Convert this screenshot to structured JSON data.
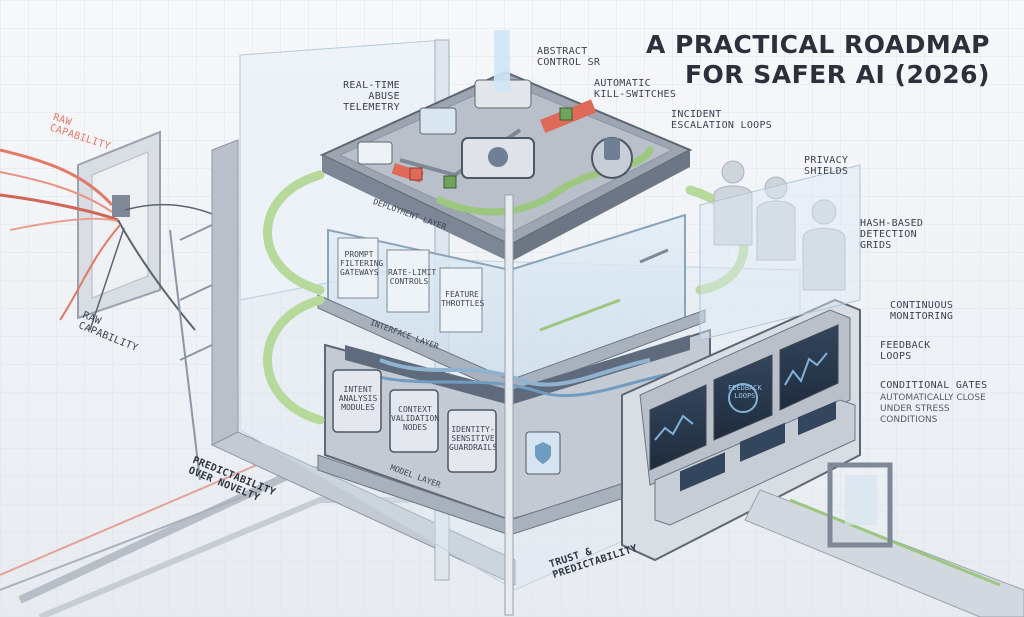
{
  "title": {
    "line1": "A PRACTICAL ROADMAP",
    "line2": "FOR SAFER AI (2026)"
  },
  "labels": {
    "abstract_control": [
      "ABSTRACT",
      "CONTROL SR"
    ],
    "real_time_abuse": [
      "REAL-TIME",
      "ABUSE",
      "TELEMETRY"
    ],
    "automatic_kill_switches": [
      "AUTOMATIC",
      "KILL-SWITCHES"
    ],
    "incident_escalation": [
      "INCIDENT",
      "ESCALATION LOOPS"
    ],
    "privacy_shields": [
      "PRIVACY",
      "SHIELDS"
    ],
    "hash_based": [
      "HASH-BASED",
      "DETECTION",
      "GRIDS"
    ],
    "continuous_monitoring": [
      "CONTINUOUS",
      "MONITORING"
    ],
    "feedback_loops": [
      "FEEDBACK",
      "LOOPS"
    ],
    "conditional_gates": "CONDITIONAL GATES",
    "conditional_gates_sub": [
      "AUTOMATICALLY CLOSE",
      "UNDER STRESS",
      "CONDITIONS"
    ],
    "raw_capability_top": [
      "RAW",
      "CAPABILITY"
    ],
    "raw_capability_bottom": [
      "RAW",
      "CAPABILITY"
    ],
    "predictability": [
      "PREDICTABILITY",
      "OVER NOVELTY"
    ],
    "trust": [
      "TRUST &",
      "PREDICTABILITY"
    ]
  },
  "layers": {
    "deployment": "DEPLOYMENT LAYER",
    "interface": "INTERFACE LAYER",
    "model": "MODEL LAYER"
  },
  "interface_modules": [
    [
      "PROMPT",
      "FILTERING",
      "GATEWAYS"
    ],
    [
      "RATE-LIMIT",
      "CONTROLS"
    ],
    [
      "FEATURE",
      "THROTTLES"
    ]
  ],
  "model_modules": [
    [
      "INTENT",
      "ANALYSIS",
      "MODULES"
    ],
    [
      "CONTEXT",
      "VALIDATION",
      "NODES"
    ],
    [
      "IDENTITY-",
      "SENSITIVE",
      "GUARDRAILS"
    ]
  ],
  "screens": {
    "feedback_screen": [
      "FEEDBACK",
      "LOOPS"
    ]
  },
  "colors": {
    "ink": "#3a4150",
    "panel": "#8d96a5",
    "glass": "#cfe1ee",
    "green": "#9cc77e",
    "red": "#e06a5a",
    "screen": "#28384d"
  }
}
